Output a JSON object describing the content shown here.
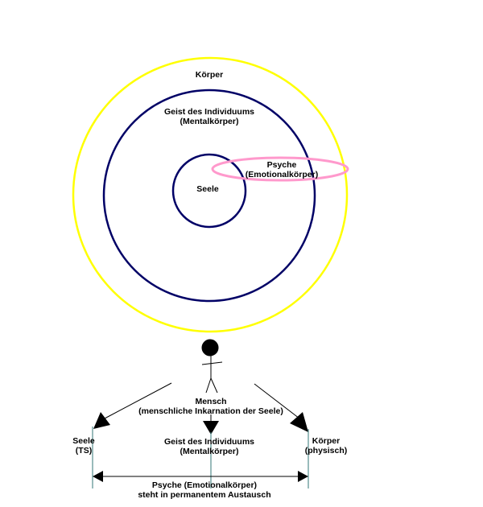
{
  "colors": {
    "outer": "#ffff00",
    "navy": "#000066",
    "psyche": "#ff99cc",
    "divider": "#337777"
  },
  "circles": {
    "koerper": "Körper",
    "geist": [
      "Geist des Individuums",
      "(Mentalkörper)"
    ],
    "psyche": [
      "Psyche",
      "(Emotionalkörper)"
    ],
    "seele": "Seele"
  },
  "person": {
    "label": [
      "Mensch",
      "(menschliche Inkarnation der Seele)"
    ]
  },
  "bottom": {
    "seele": [
      "Seele",
      "(TS)"
    ],
    "geist": [
      "Geist des Individuums",
      "(Mentalkörper)"
    ],
    "koerper": [
      "Körper",
      "(physisch)"
    ],
    "exchange": [
      "Psyche (Emotionalkörper)",
      "steht in permanentem Austausch"
    ]
  }
}
